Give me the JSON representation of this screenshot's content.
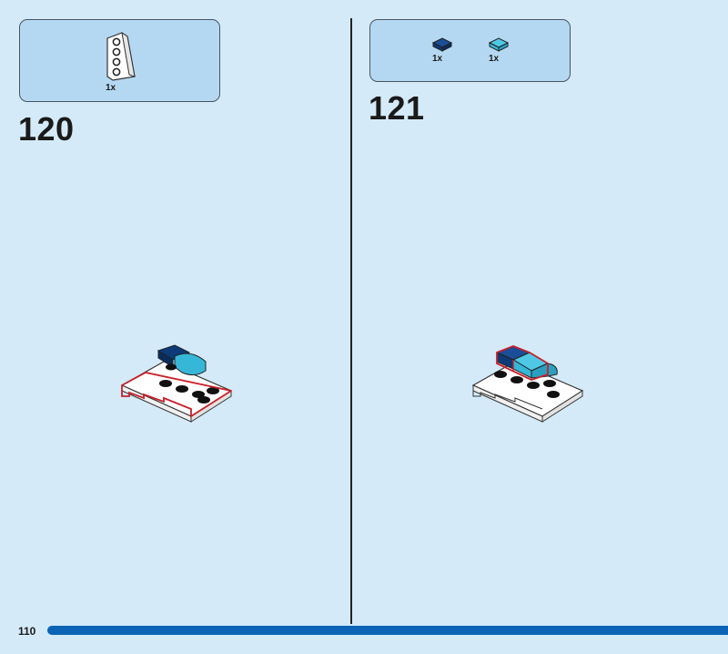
{
  "page": {
    "number": "110",
    "progress": 1.0
  },
  "steps": [
    {
      "number": "120",
      "parts": [
        {
          "name": "white-wing-plate",
          "color": "#ffffff",
          "qty": "1x"
        }
      ]
    },
    {
      "number": "121",
      "parts": [
        {
          "name": "dark-blue-tile",
          "color": "#0d3a78",
          "qty": "1x"
        },
        {
          "name": "medium-azure-tile",
          "color": "#36b7d8",
          "qty": "1x"
        }
      ]
    }
  ],
  "colors": {
    "background": "#d4eaf8",
    "parts_box": "#b5d8f2",
    "highlight": "#c8202a",
    "progress": "#0a63b5"
  }
}
